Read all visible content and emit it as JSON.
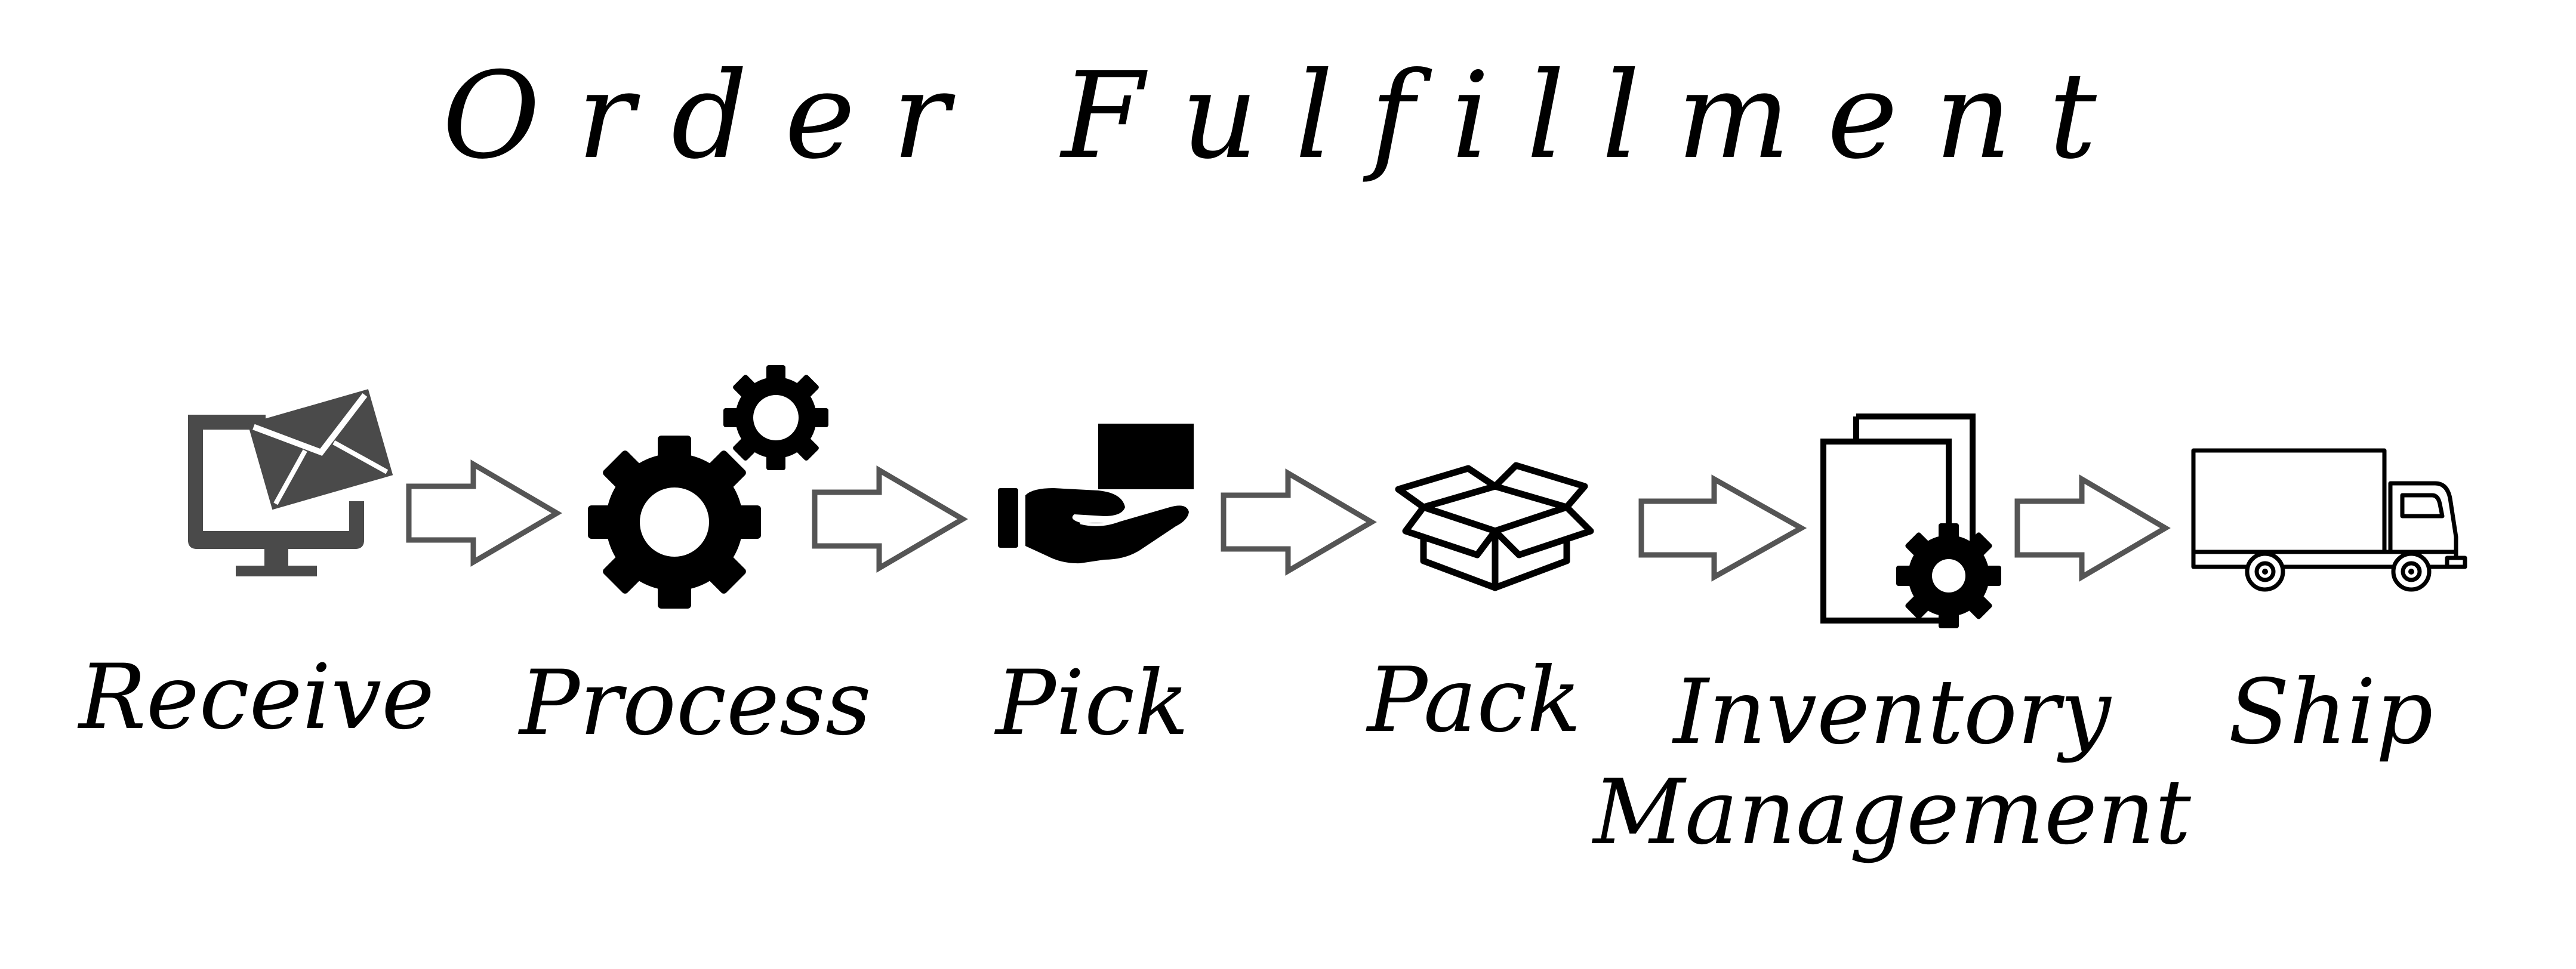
{
  "title": "Order Fulfillment",
  "colors": {
    "icon_dark": "#4a4a4a",
    "icon_black": "#000000",
    "arrow_stroke": "#555555",
    "background": "#ffffff"
  },
  "steps": [
    {
      "label": "Receive",
      "icon": "computer-email-icon"
    },
    {
      "label": "Process",
      "icon": "gears-icon"
    },
    {
      "label": "Pick",
      "icon": "hand-box-icon"
    },
    {
      "label": "Pack",
      "icon": "open-box-icon"
    },
    {
      "label": "Inventory Management",
      "label_lines": [
        "Inventory",
        "Management"
      ],
      "icon": "documents-gear-icon"
    },
    {
      "label": "Ship",
      "icon": "truck-icon"
    }
  ]
}
